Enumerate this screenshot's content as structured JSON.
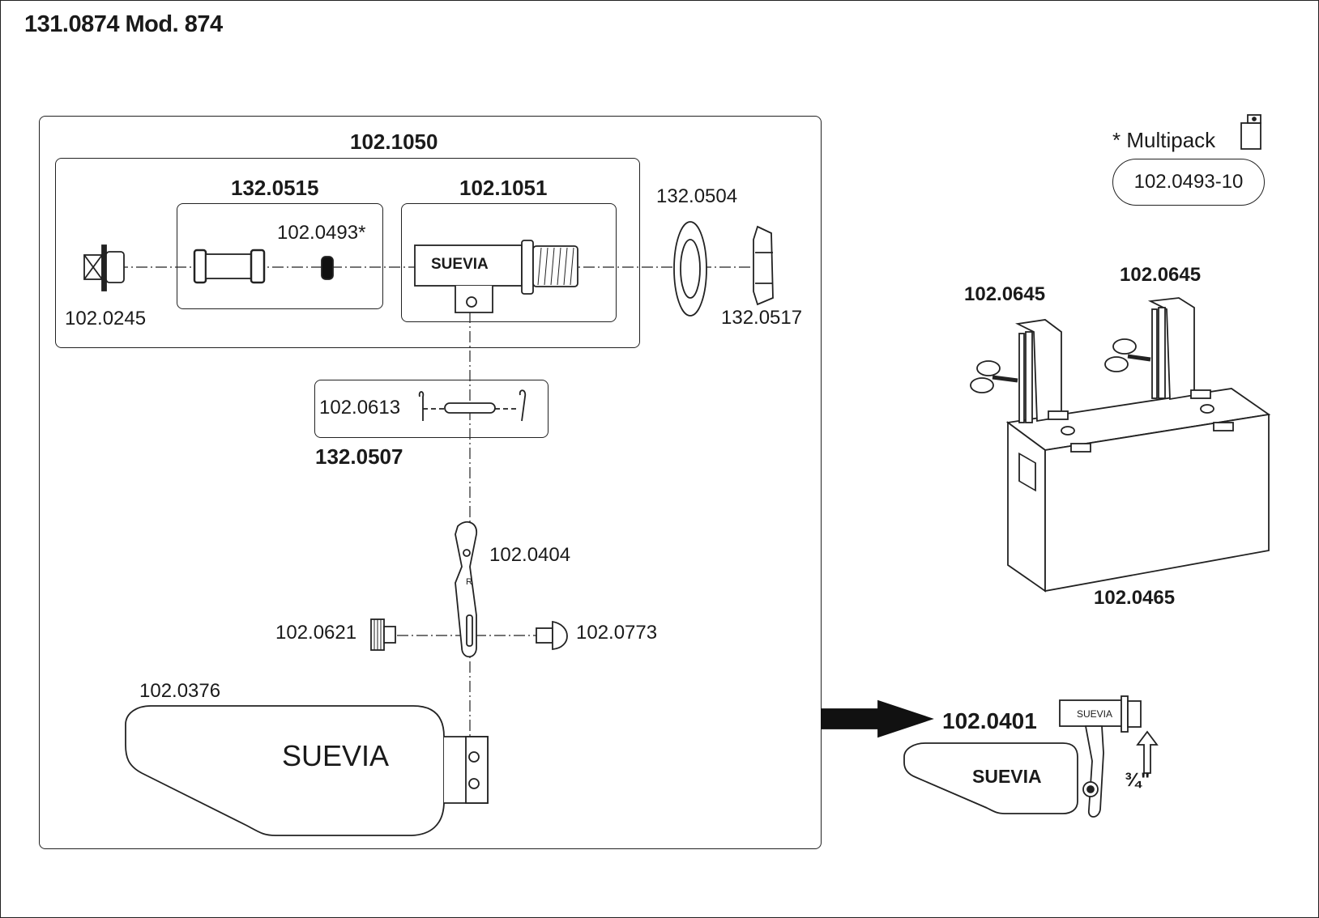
{
  "title": "131.0874 Mod. 874",
  "brand": "SUEVIA",
  "multipack": {
    "label": "* Multipack",
    "code": "102.0493-10"
  },
  "labels": {
    "assembly_main": "102.1050",
    "sub_valve": "132.0515",
    "sub_body": "102.1051",
    "seal": "102.0493*",
    "nipple": "102.0245",
    "washer": "132.0504",
    "nut": "132.0517",
    "pin_set": "132.0507",
    "cotter": "102.0613",
    "lever": "102.0404",
    "knob": "102.0621",
    "rivet": "102.0773",
    "bowl": "102.0376",
    "tank_bracket_left": "102.0645",
    "tank_bracket_right": "102.0645",
    "tank": "102.0465",
    "complete_unit": "102.0401",
    "thread_size": "¾\""
  }
}
